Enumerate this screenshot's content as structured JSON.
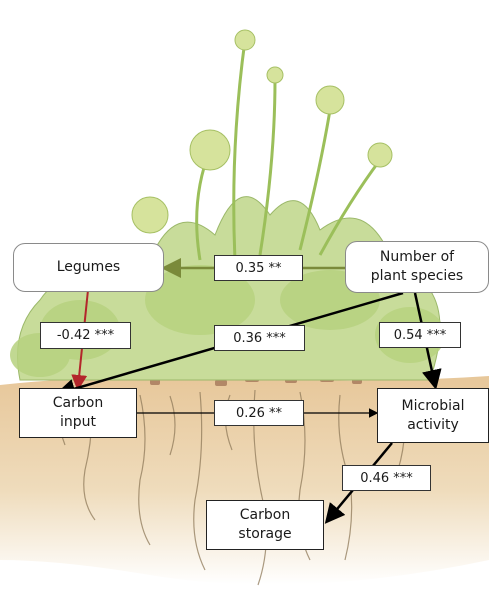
{
  "nodes": {
    "legumes": "Legumes",
    "plant_species": "Number of\nplant species",
    "carbon_input": "Carbon\ninput",
    "microbial_activity": "Microbial\nactivity",
    "carbon_storage": "Carbon\nstorage"
  },
  "coefficients": {
    "species_to_legumes": "0.35 **",
    "legumes_to_carbon_input": "-0.42 ***",
    "species_to_carbon_input": "0.36 ***",
    "species_to_microbial": "0.54 ***",
    "carbon_input_to_microbial": "0.26 **",
    "microbial_to_storage": "0.46 ***"
  },
  "colors": {
    "negative_path": "#b3262b",
    "positive_path": "#000000",
    "weak_path": "#7a8a3a"
  }
}
